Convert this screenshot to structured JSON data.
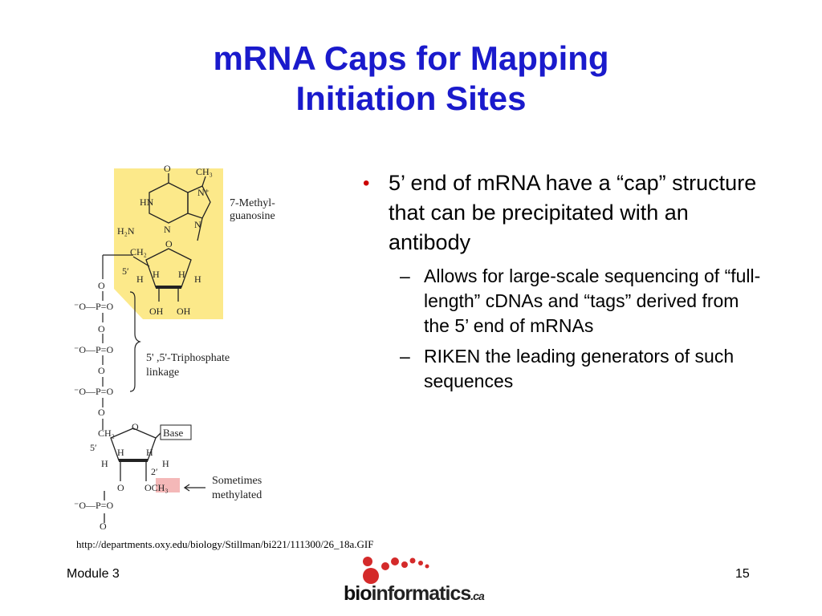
{
  "slide": {
    "title_line1": "mRNA Caps for Mapping",
    "title_line2": "Initiation Sites",
    "bullet": "5’ end of mRNA have a “cap” structure that can be precipitated with an antibody",
    "subbullets": [
      "Allows for large-scale sequencing of “full-length” cDNAs and “tags” derived from the 5’ end of mRNAs",
      "RIKEN the leading generators of such sequences"
    ],
    "source_url": "http://departments.oxy.edu/biology/Stillman/bi221/111300/26_18a.GIF",
    "footer_left": "Module 3",
    "page_number": "15"
  },
  "figure": {
    "labels": {
      "methylguanosine_1": "7-Methyl-",
      "methylguanosine_2": "guanosine",
      "triphosphate_1": "5' ,5'-Triphosphate",
      "triphosphate_2": "linkage",
      "sometimes_1": "Sometimes",
      "sometimes_2": "methylated",
      "base": "Base"
    },
    "highlight_color": "#fce98a",
    "methyl_highlight_color": "#f4b8b8"
  },
  "logo": {
    "bio": "bio",
    "informatics": "informatics",
    "ca": ".ca",
    "dot_color": "#d42a2a"
  }
}
